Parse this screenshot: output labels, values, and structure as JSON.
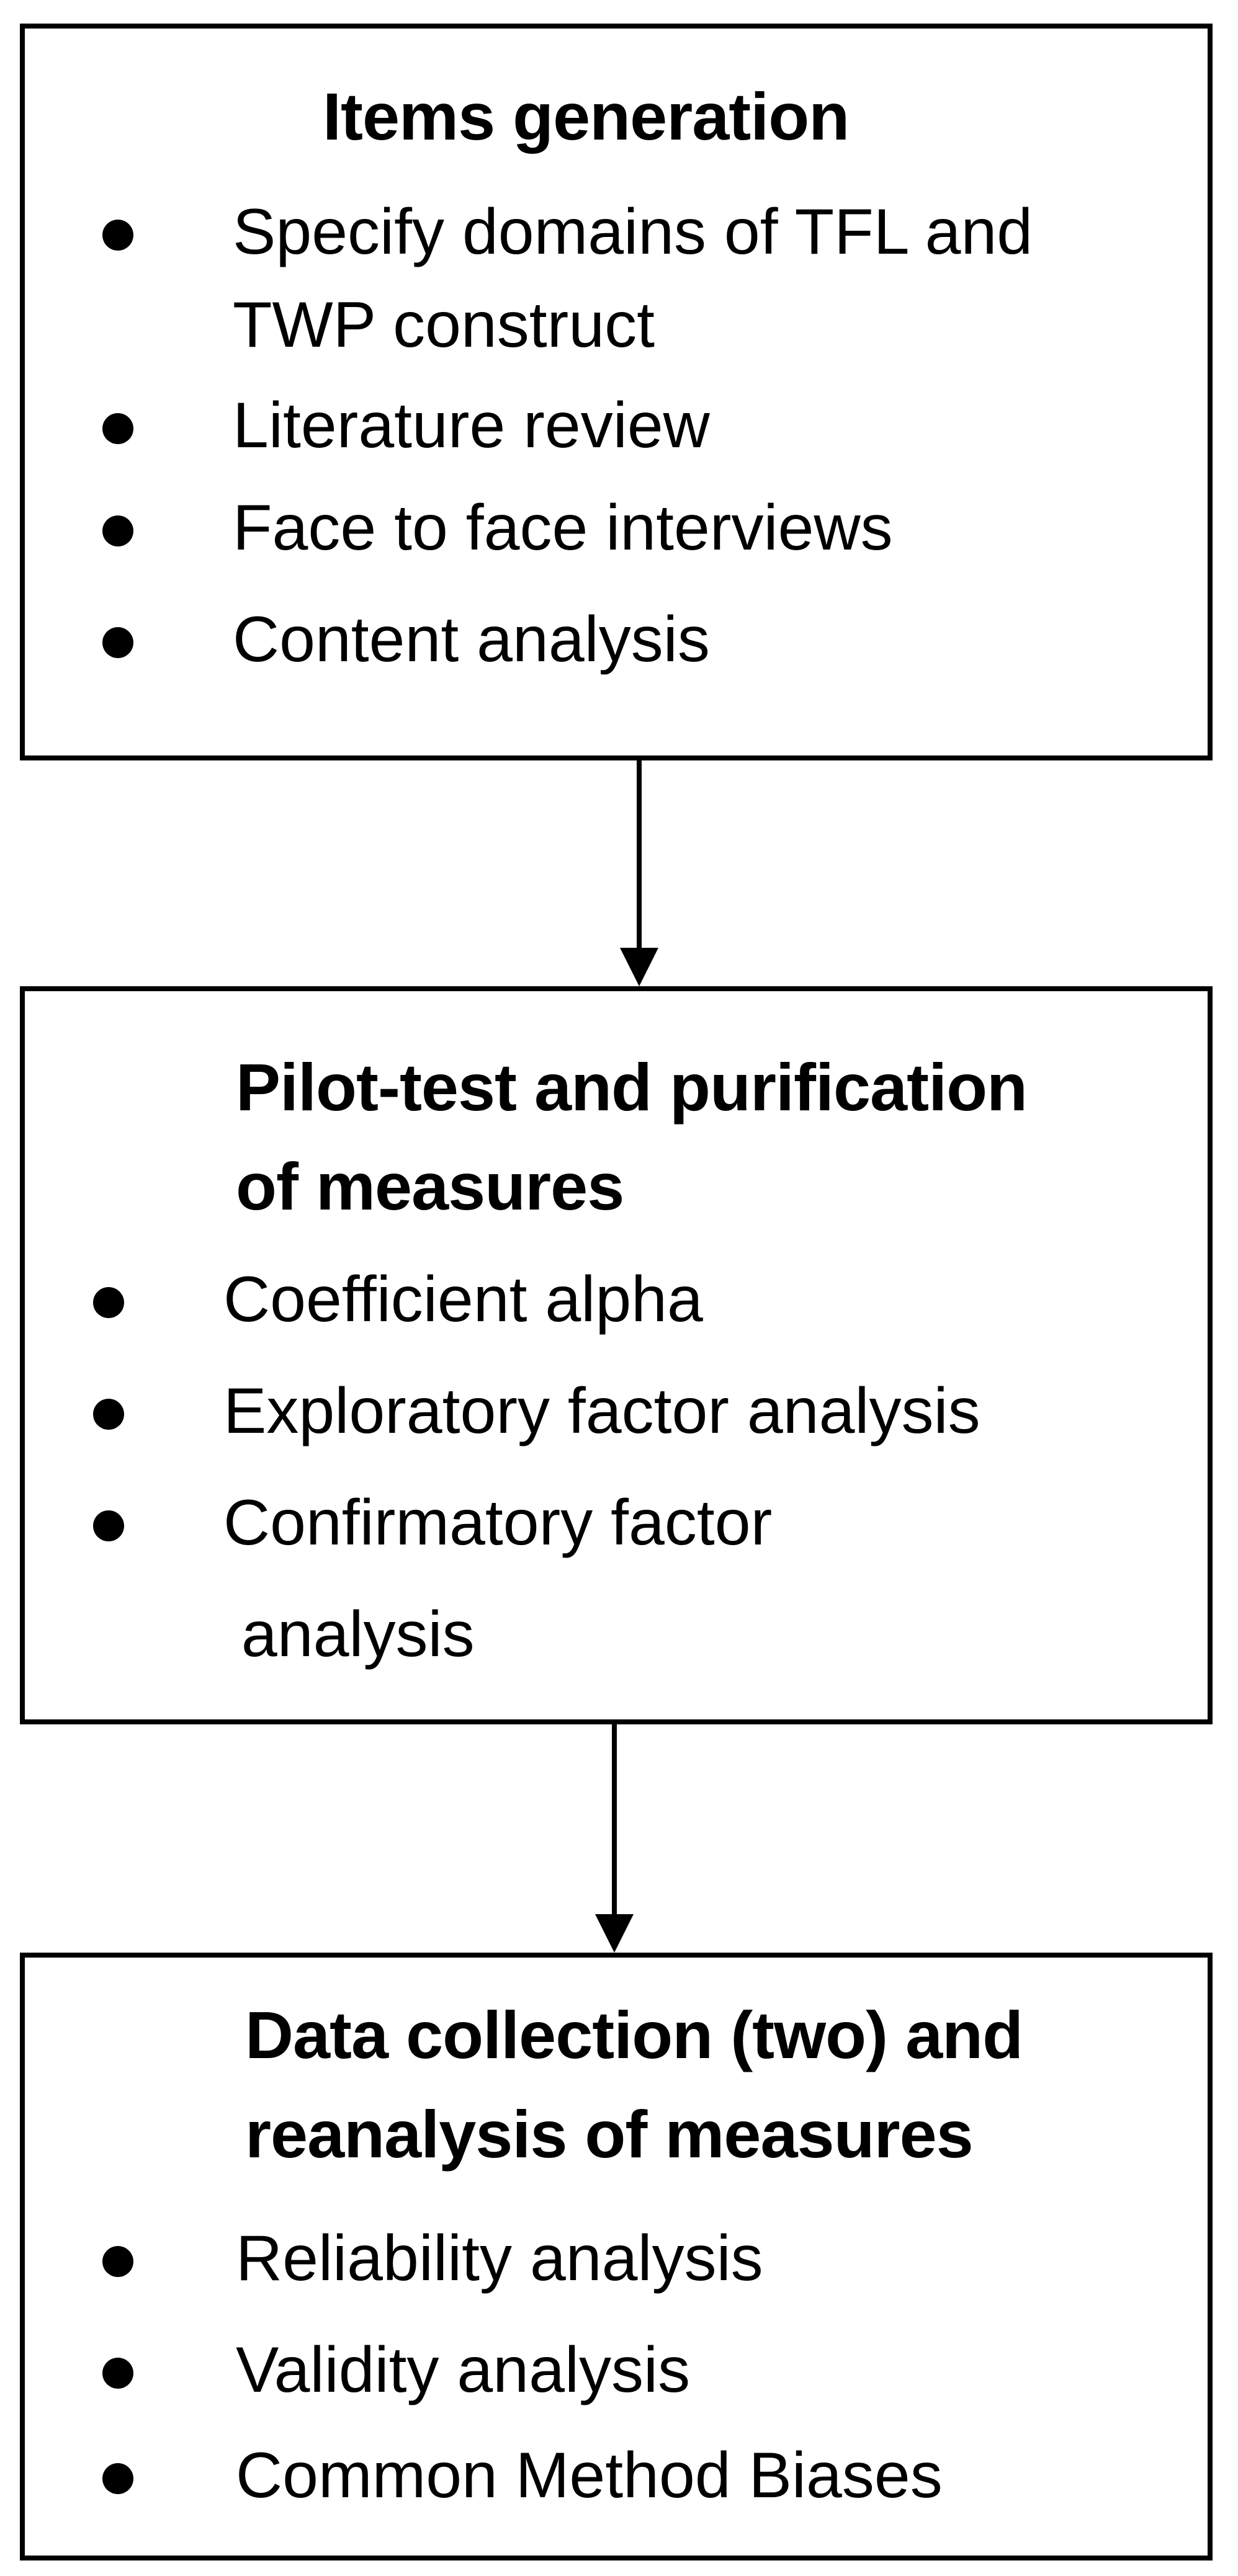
{
  "steps": [
    {
      "title_lines": [
        "Items generation"
      ],
      "items": [
        [
          "Specify domains of TFL and",
          "TWP construct"
        ],
        [
          "Literature review"
        ],
        [
          "Face to face interviews"
        ],
        [
          "Content analysis"
        ]
      ]
    },
    {
      "title_lines": [
        "Pilot-test and purification",
        "of measures"
      ],
      "items": [
        [
          "Coefficient alpha"
        ],
        [
          "Exploratory factor analysis"
        ],
        [
          "Confirmatory factor",
          " analysis"
        ]
      ]
    },
    {
      "title_lines": [
        "Data collection (two) and",
        "reanalysis of measures"
      ],
      "items": [
        [
          "Reliability analysis"
        ],
        [
          "Validity analysis"
        ],
        [
          "Common Method Biases"
        ]
      ]
    }
  ]
}
